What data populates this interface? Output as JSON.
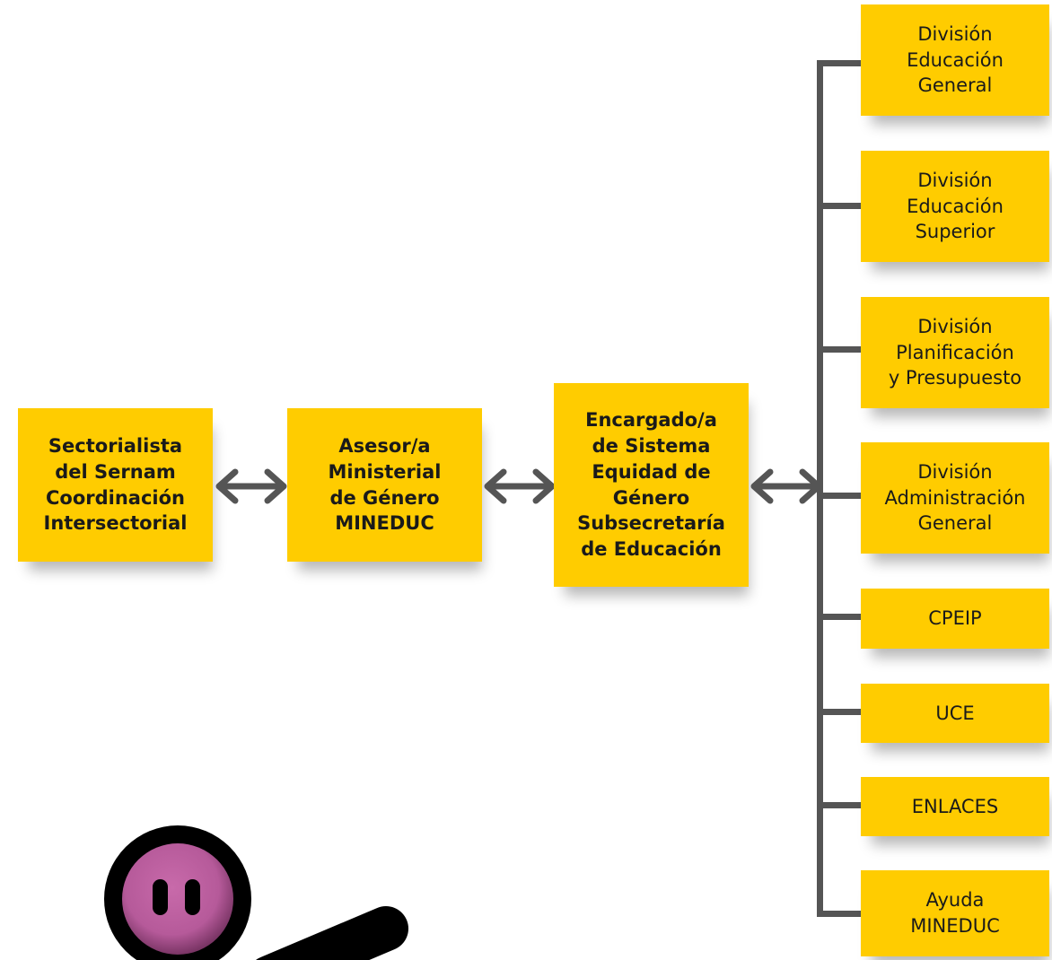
{
  "colors": {
    "box_fill": "#ffcc00",
    "connector": "#555555",
    "text": "#1a1a1a",
    "mascot_head": "#b65a9a",
    "mascot_ring": "#000000"
  },
  "nodes": {
    "sernam": "Sectorialista\ndel Sernam\nCoordinación\nIntersectorial",
    "asesor": "Asesor/a\nMinisterial\nde Género\nMINEDUC",
    "encargado": "Encargado/a\nde Sistema\nEquidad de\nGénero\nSubsecretaría\nde Educación"
  },
  "divisions": [
    "División\nEducación\nGeneral",
    "División\nEducación\nSuperior",
    "División\nPlanificación\ny Presupuesto",
    "División\nAdministración\nGeneral",
    "CPEIP",
    "UCE",
    "ENLACES",
    "Ayuda\nMINEDUC"
  ],
  "mascot_icon": "magnifier-character-icon"
}
